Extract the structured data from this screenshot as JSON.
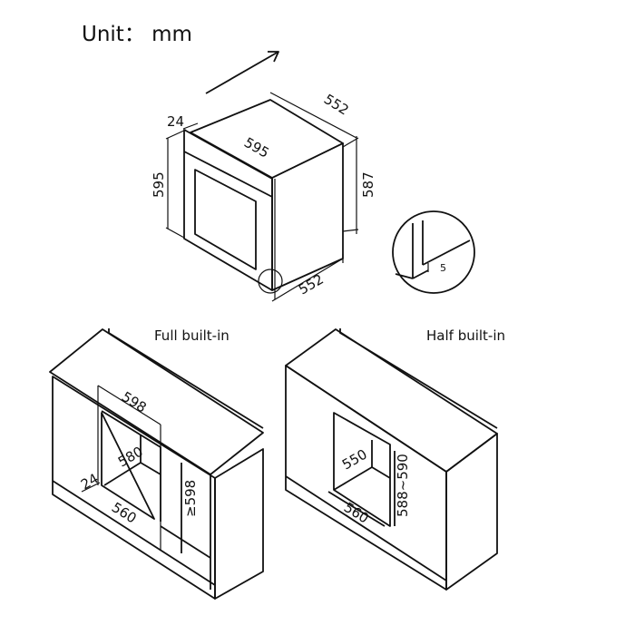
{
  "unit_label": "Unit： mm",
  "oven": {
    "depth_top": "552",
    "width": "595",
    "front_thickness": "24",
    "height_front": "595",
    "height_body": "587",
    "depth_bottom": "552",
    "detail_gap": "5"
  },
  "full_builtin": {
    "title": "Full built-in",
    "cutout_width_top": "598",
    "cutout_depth": "580",
    "front_offset": "24",
    "cutout_width": "560",
    "cutout_height": "≥598"
  },
  "half_builtin": {
    "title": "Half built-in",
    "cutout_depth": "550",
    "cutout_width": "560",
    "cutout_height": "588~590"
  }
}
